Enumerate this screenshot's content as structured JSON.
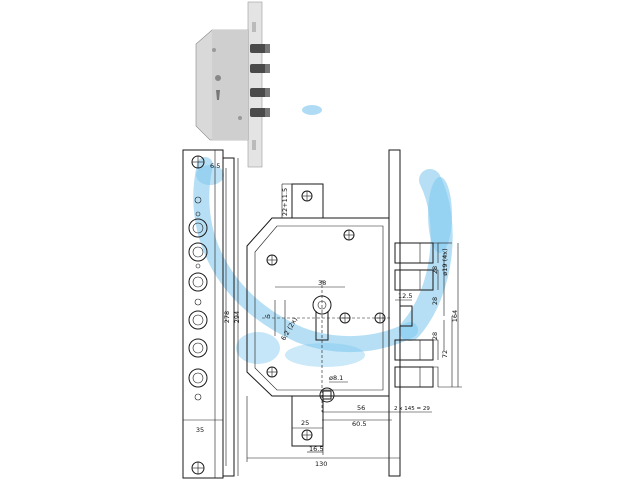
{
  "colors": {
    "line": "#1a1a1a",
    "watermark": "#4fb3e8",
    "lock_body": "#d9d9d9",
    "bolt": "#4a4a4a"
  },
  "side_view": {
    "dimensions": {
      "inner_height": "278",
      "outer_height": "294",
      "width": "35",
      "top_offset": "6.5"
    }
  },
  "front_view": {
    "dimensions": {
      "top_tab": "22+11.5",
      "bolt_diameter": "ø19 (4x)",
      "bolt_spacing_1": "28",
      "bolt_spacing_2": "28",
      "bolt_spacing_3": "28",
      "cam_offset": "12.5",
      "overall_height": "164",
      "lower_offset": "72",
      "cylinder_center": "38",
      "cylinder_rotation": "6.2 (2x)",
      "small_offset": "5",
      "spindle_diameter": "ø8.1",
      "backset_1": "56",
      "backset_2": "60.5",
      "spindle_square": "2 x 145 = 29",
      "bottom_tab": "25",
      "bottom_offset": "16.5",
      "overall_width": "130"
    }
  }
}
